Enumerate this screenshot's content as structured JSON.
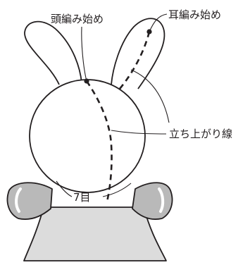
{
  "labels": {
    "head_start": "頭編み始め",
    "ear_start": "耳編み始め",
    "standing_line": "立ち上がり線",
    "row_7": "7目"
  },
  "colors": {
    "outline": "#231f20",
    "body_fill": "#dcdcdc",
    "sleeve_fill": "#b9b9b9",
    "highlight": "#ffffff",
    "background": "#ffffff"
  }
}
